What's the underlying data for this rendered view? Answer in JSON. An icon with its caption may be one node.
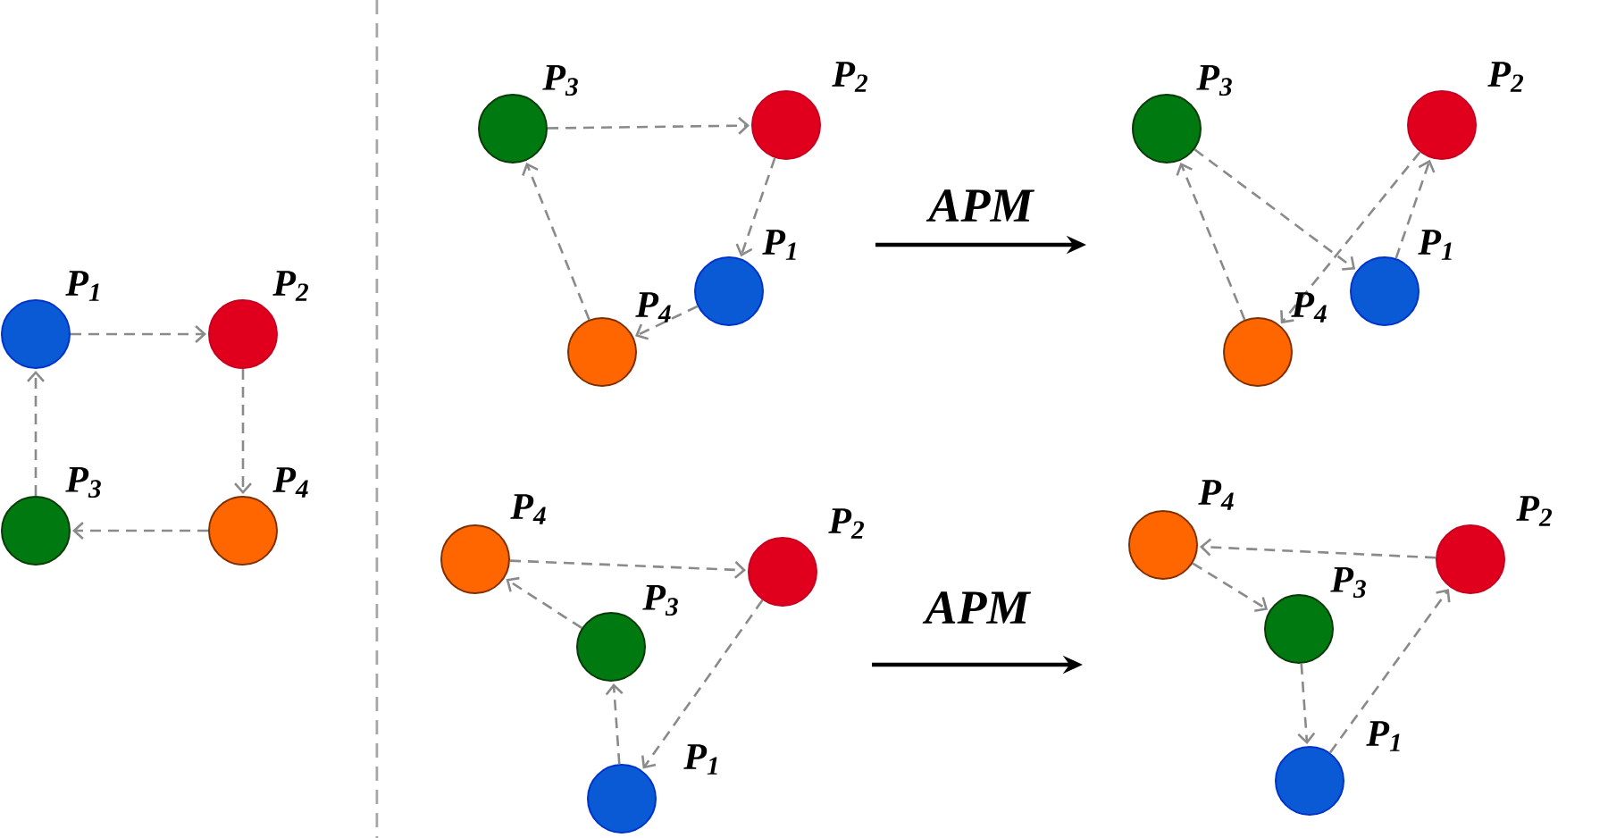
{
  "diagram": {
    "nodes": [
      {
        "text": [],
        "shape": "circle",
        "beside": [
          "P$_{1}$"
        ]
      },
      {
        "text": [],
        "shape": "circle",
        "beside": [
          "P$_{2}$"
        ]
      },
      {
        "text": [],
        "shape": "circle",
        "beside": [
          "P$_{3}$"
        ]
      },
      {
        "text": [],
        "shape": "circle",
        "beside": [
          "P$_{4}$"
        ]
      },
      {
        "text": [],
        "shape": "circle",
        "beside": [
          "P$_{3}$"
        ]
      },
      {
        "text": [],
        "shape": "circle",
        "beside": [
          "P$_{2}$"
        ]
      },
      {
        "text": [],
        "shape": "circle",
        "beside": [
          "P$_{1}$"
        ]
      },
      {
        "text": [],
        "shape": "circle",
        "beside": [
          "P$_{4}$"
        ]
      },
      {
        "text": [],
        "shape": "circle",
        "beside": [
          "P$_{3}$"
        ]
      },
      {
        "text": [],
        "shape": "circle",
        "beside": [
          "P$_{2}$"
        ]
      },
      {
        "text": [],
        "shape": "circle",
        "beside": [
          "P$_{1}$"
        ]
      },
      {
        "text": [],
        "shape": "circle",
        "beside": [
          "P$_{4}$"
        ]
      },
      {
        "text": [],
        "shape": "circle",
        "beside": [
          "P$_{4}$"
        ]
      },
      {
        "text": [],
        "shape": "circle",
        "beside": [
          "P$_{2}$"
        ]
      },
      {
        "text": [],
        "shape": "circle",
        "beside": [
          "P$_{3}$"
        ]
      },
      {
        "text": [],
        "shape": "circle",
        "beside": [
          "P$_{1}$"
        ]
      },
      {
        "text": [],
        "shape": "circle",
        "beside": [
          "P$_{4}$"
        ]
      },
      {
        "text": [],
        "shape": "circle",
        "beside": [
          "P$_{2}$"
        ]
      },
      {
        "text": [],
        "shape": "circle",
        "beside": [
          "P$_{3}$"
        ]
      },
      {
        "text": [],
        "shape": "circle",
        "beside": [
          "P$_{1}$"
        ]
      }
    ],
    "edges": [
      {
        "from": 0,
        "to": 1,
        "arrow": "to"
      },
      {
        "from": 1,
        "to": 3,
        "arrow": "to"
      },
      {
        "from": 3,
        "to": 2,
        "arrow": "to"
      },
      {
        "from": 2,
        "to": 0,
        "arrow": "to"
      },
      {
        "from": 4,
        "to": 5,
        "arrow": "to"
      },
      {
        "from": 5,
        "to": 6,
        "arrow": "to"
      },
      {
        "from": 6,
        "to": 7,
        "arrow": "to"
      },
      {
        "from": 7,
        "to": 4,
        "arrow": "to"
      },
      {
        "from": 8,
        "to": 10,
        "arrow": "to"
      },
      {
        "from": 10,
        "to": 9,
        "arrow": "to"
      },
      {
        "from": 9,
        "to": 11,
        "arrow": "to"
      },
      {
        "from": 11,
        "to": 8,
        "arrow": "to"
      },
      {
        "from": 12,
        "to": 13,
        "arrow": "to"
      },
      {
        "from": 13,
        "to": 15,
        "arrow": "to"
      },
      {
        "from": 15,
        "to": 14,
        "arrow": "to"
      },
      {
        "from": 14,
        "to": 12,
        "arrow": "to"
      },
      {
        "from": 17,
        "to": 16,
        "arrow": "to"
      },
      {
        "from": 16,
        "to": 18,
        "arrow": "to"
      },
      {
        "from": 18,
        "to": 19,
        "arrow": "to"
      },
      {
        "from": 19,
        "to": 17,
        "arrow": "to"
      }
    ],
    "labels": [
      "APM",
      "APM"
    ]
  }
}
